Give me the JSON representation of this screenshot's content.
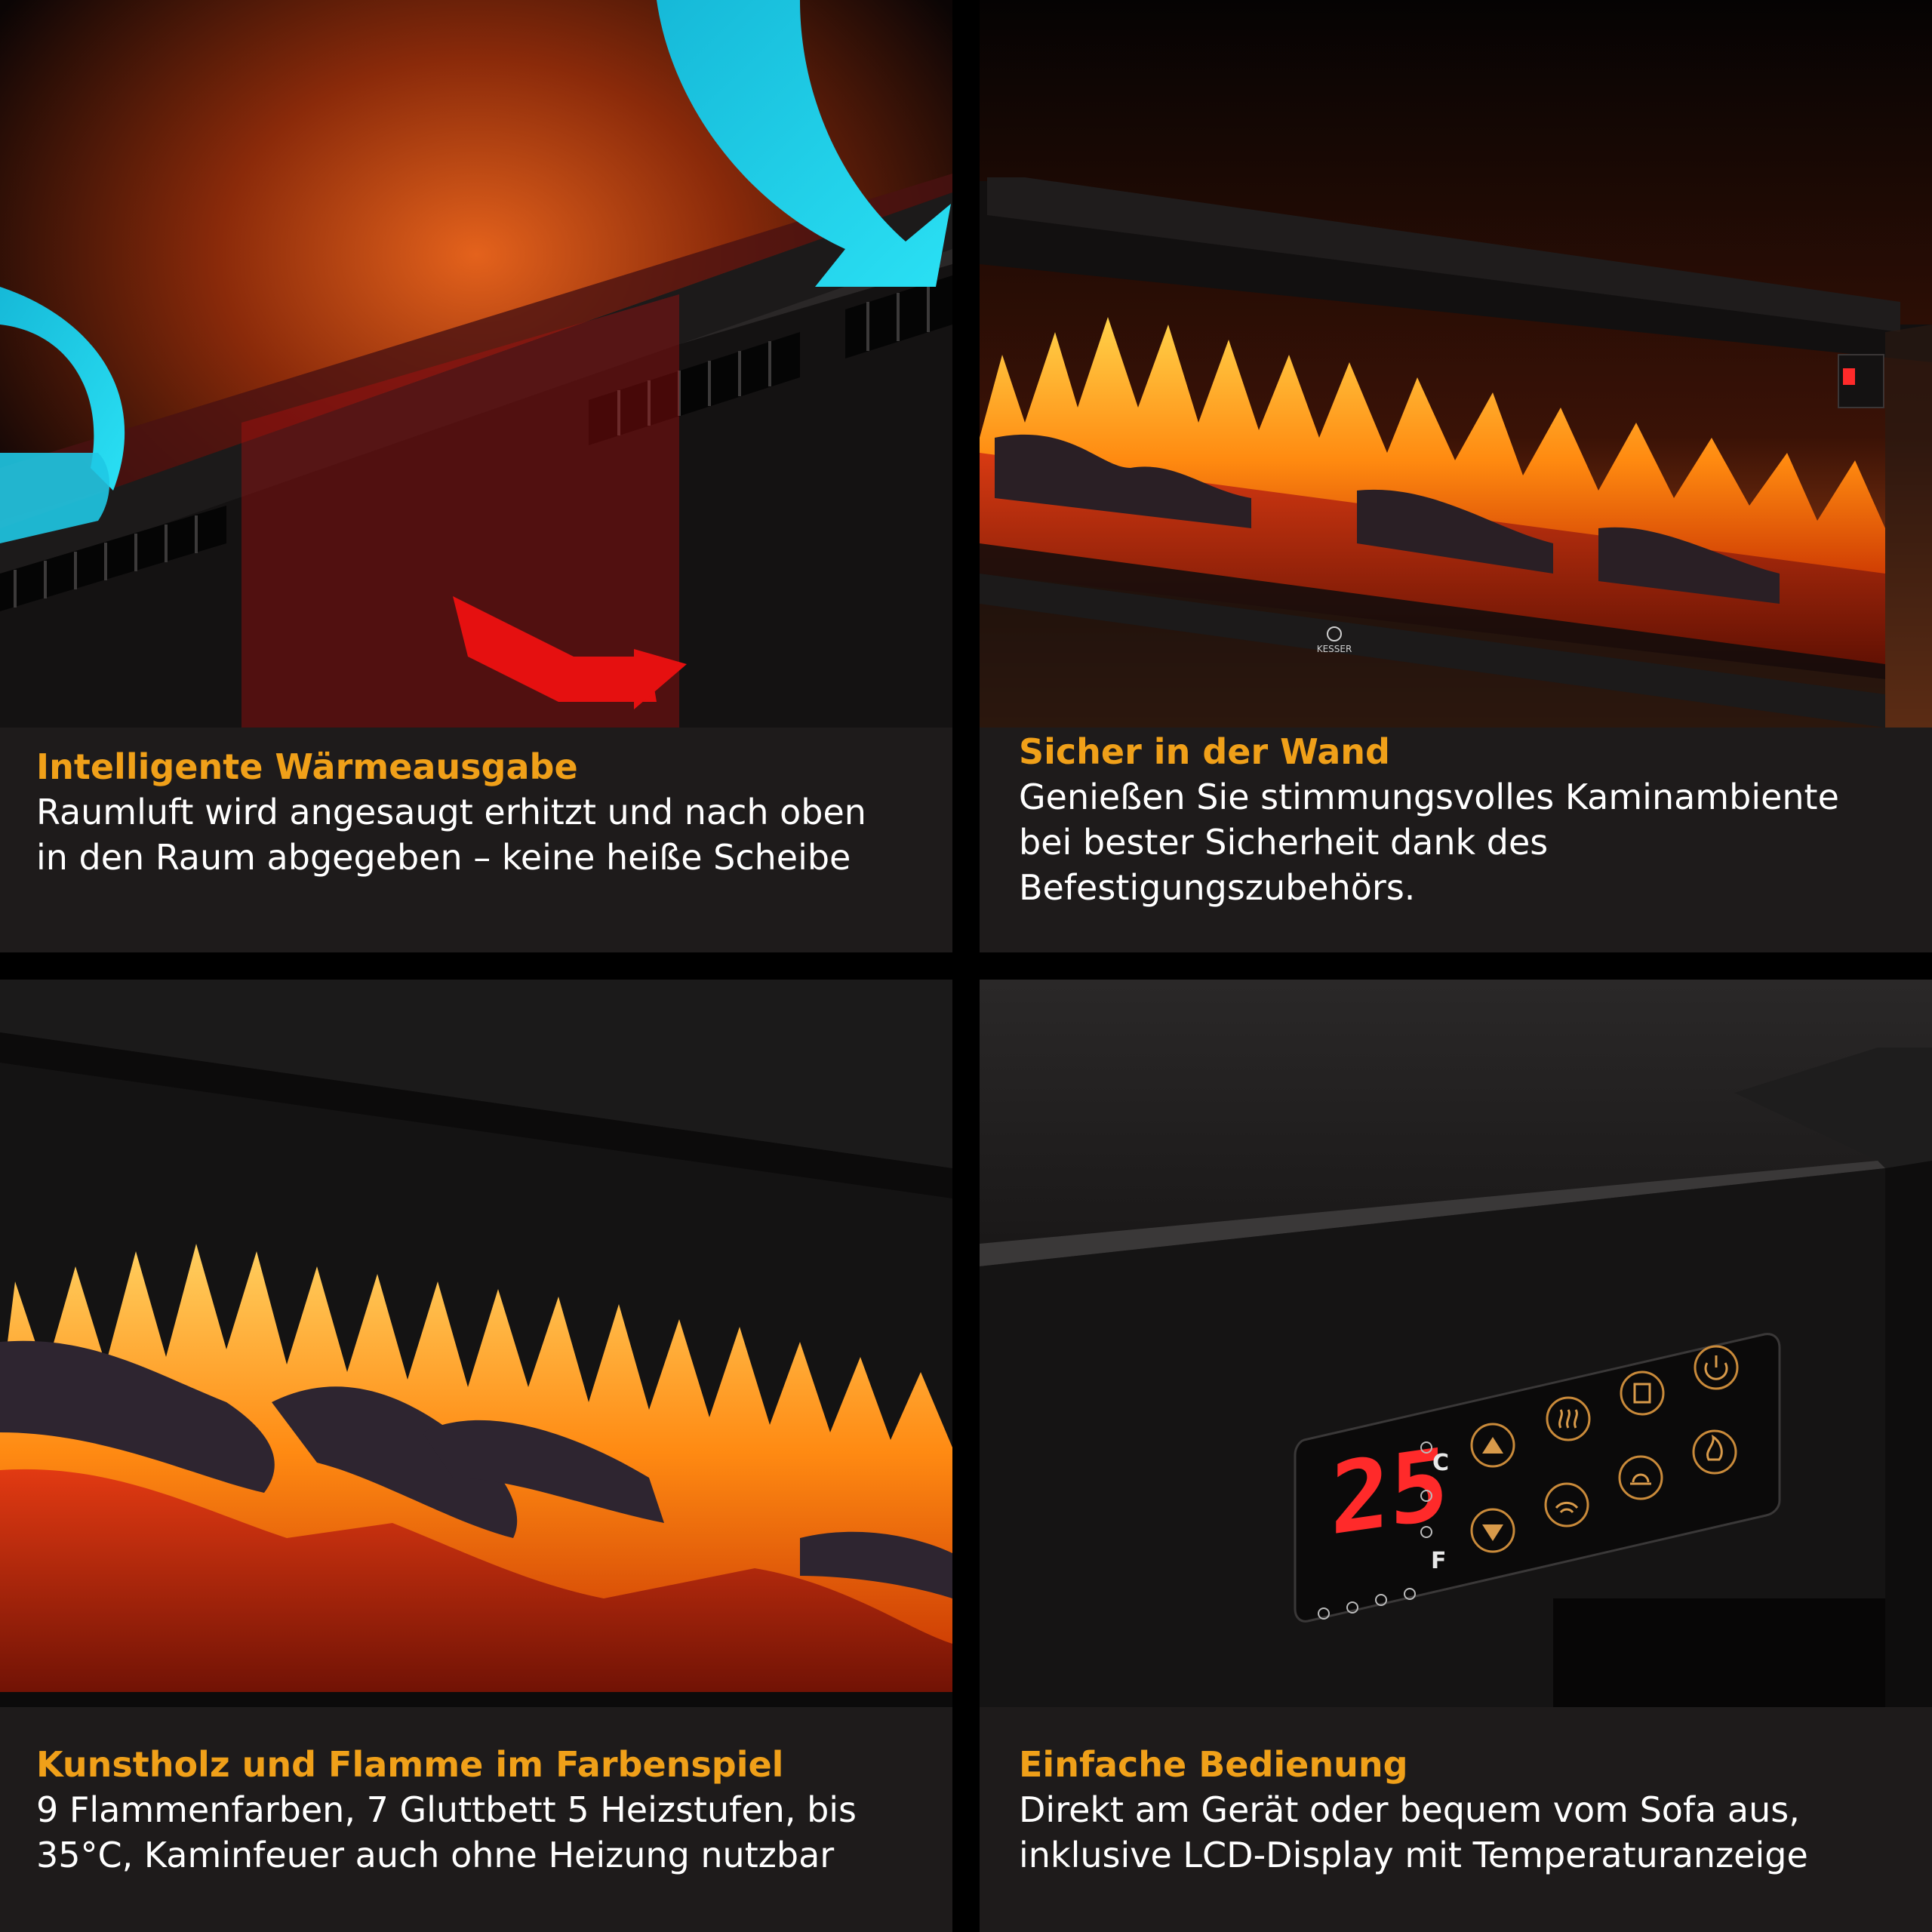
{
  "panels": [
    {
      "title": "Intelligente Wärmeausgabe",
      "lines": [
        "Raumluft wird angesaugt erhitzt und nach oben",
        "in den Raum abgegeben – keine heiße Scheibe"
      ]
    },
    {
      "title": "Sicher in der Wand",
      "lines": [
        "Genießen Sie stimmungsvolles Kaminambiente",
        "bei bester Sicherheit dank des",
        "Befestigungszubehörs."
      ]
    },
    {
      "title": "Kunstholz und Flamme im Farbenspiel",
      "lines": [
        "9 Flammenfarben, 7 Gluttbett 5 Heizstufen, bis",
        "35°C, Kaminfeuer auch ohne Heizung nutzbar"
      ]
    },
    {
      "title": "Einfache Bedienung",
      "lines": [
        "Direkt am Gerät oder bequem vom Sofa aus,",
        "inklusive LCD-Display mit Temperaturanzeige"
      ]
    }
  ],
  "control_panel": {
    "display_value": "25",
    "unit_c": "C",
    "unit_f": "F"
  },
  "brand": "KESSER",
  "colors": {
    "accent": "#f0a019",
    "caption_bg": "#1e1b1b",
    "cool_air": "#22d3ea",
    "hot_air": "#e51010",
    "lcd_red": "#ff2a2a"
  }
}
